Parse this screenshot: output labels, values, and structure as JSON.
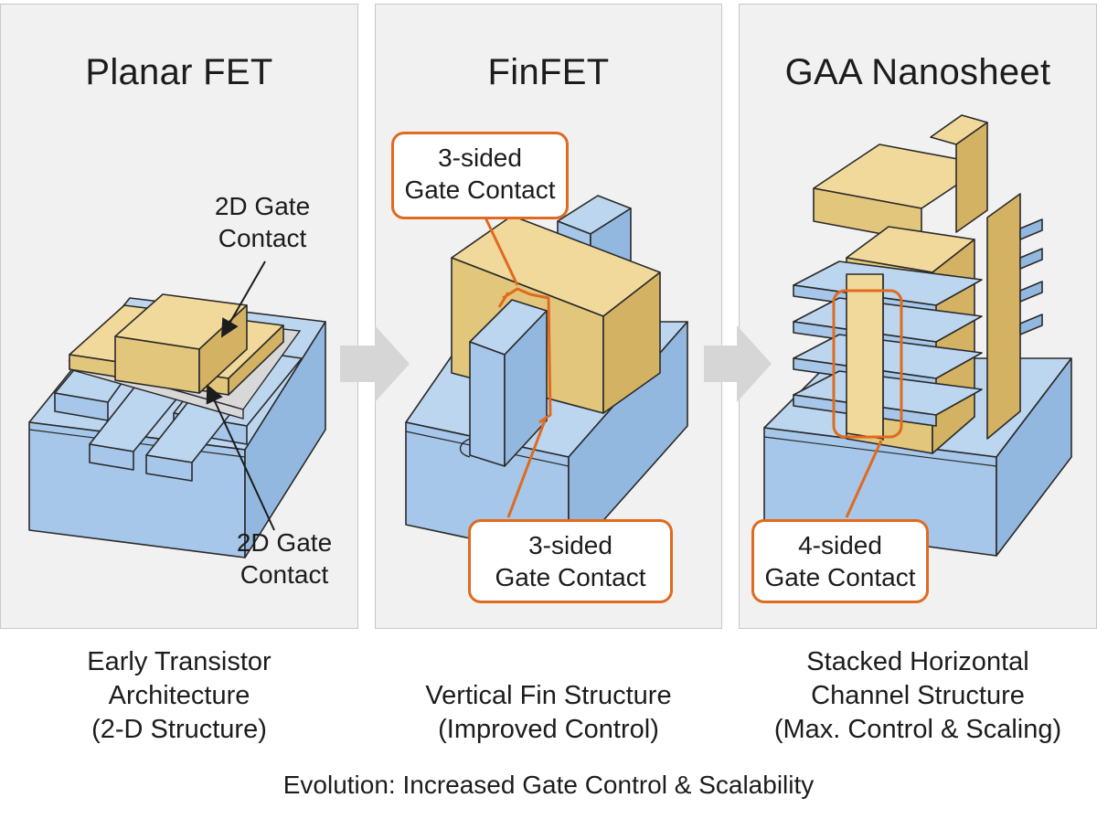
{
  "panels": [
    {
      "title": "Planar FET",
      "caption": "Early Transistor\nArchitecture\n(2-D Structure)",
      "label_top": "2D Gate\nContact",
      "label_bottom": "2D Gate\nContact"
    },
    {
      "title": "FinFET",
      "caption": "Vertical Fin Structure\n(Improved Control)",
      "callout_top": "3-sided\nGate Contact",
      "callout_bottom": "3-sided\nGate Contact"
    },
    {
      "title": "GAA Nanosheet",
      "caption": "Stacked Horizontal\nChannel Structure\n(Max. Control & Scaling)",
      "callout_bottom": "4-sided\nGate Contact"
    }
  ],
  "footer": "Evolution: Increased Gate Control & Scalability",
  "colors": {
    "substrate_blue": "#bcd6ef",
    "blue_side": "#9fc2e6",
    "gate_gold": "#f0d99a",
    "gate_side": "#ddc173",
    "callout_orange": "#e06a1f",
    "panel_bg": "#f1f1f1",
    "arrow_gray": "#d6d6d6"
  }
}
